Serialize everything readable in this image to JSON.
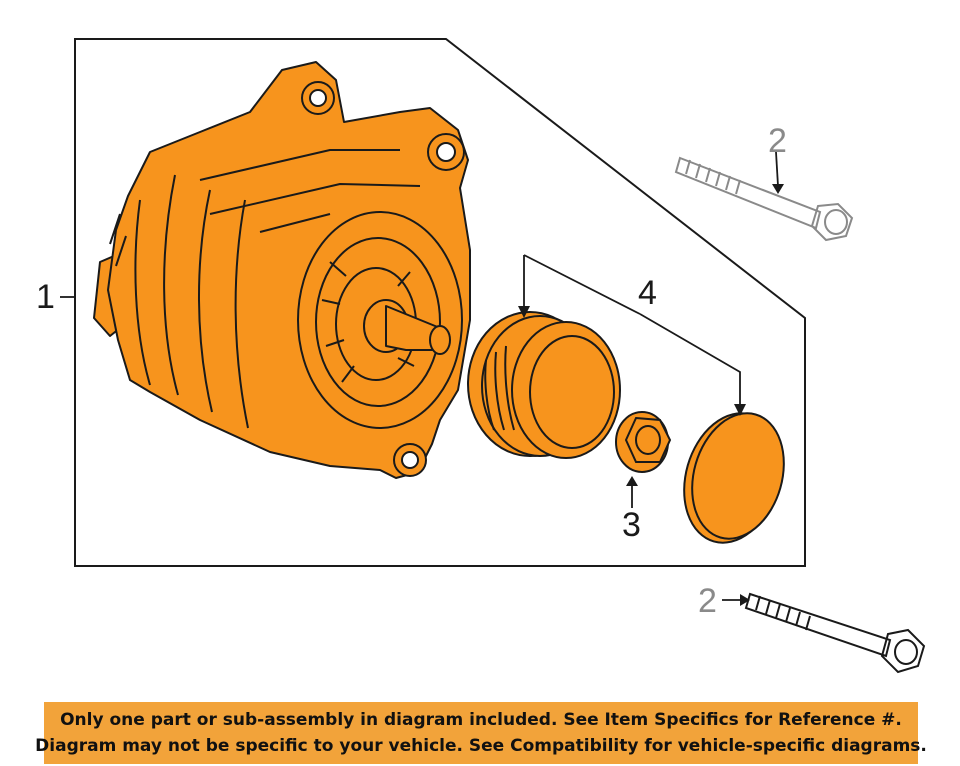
{
  "callouts": {
    "c1": "1",
    "c2_top": "2",
    "c2_bottom": "2",
    "c3": "3",
    "c4": "4"
  },
  "banner": {
    "line1": "Only one part or sub-assembly in diagram included. See Item Specifics for Reference #.",
    "line2": "Diagram may not be specific to your vehicle. See Compatibility for vehicle-specific diagrams."
  },
  "colors": {
    "part_fill": "#f7941d",
    "banner_bg": "#f2a33a",
    "outline": "#1a1a1a",
    "bolt_grey": "#8a8a8a"
  }
}
